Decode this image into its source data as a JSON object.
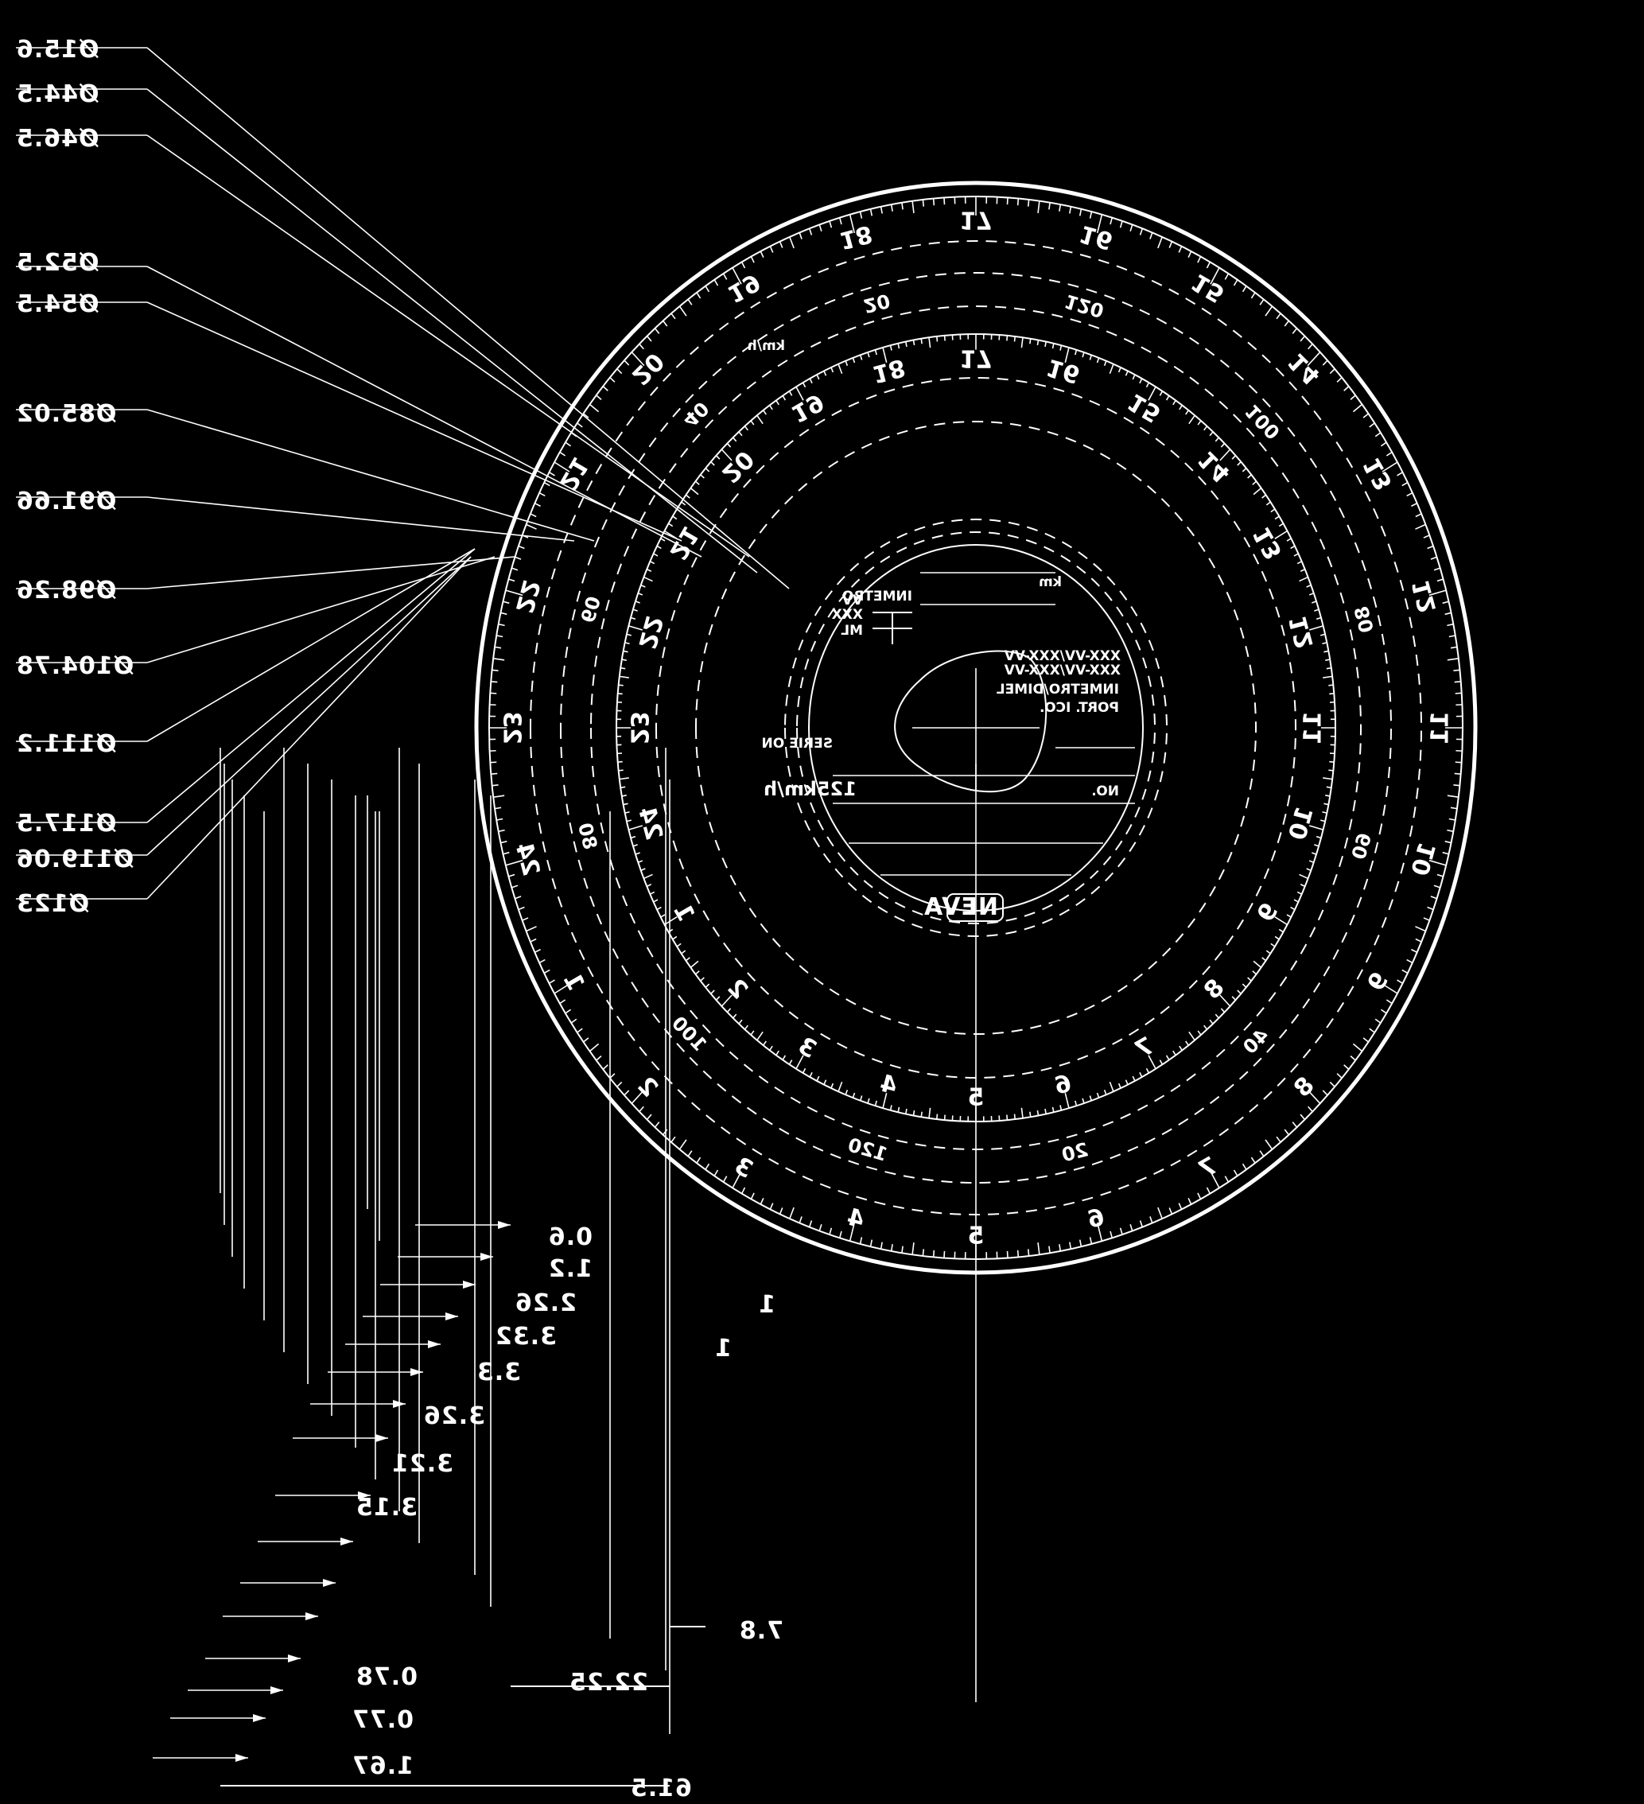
{
  "diameters": [
    "Ø15.6",
    "Ø44.5",
    "Ø46.5",
    "Ø52.5",
    "Ø54.5",
    "Ø85.02",
    "Ø91.66",
    "Ø98.26",
    "Ø104.78",
    "Ø111.2",
    "Ø117.5",
    "Ø119.06",
    "Ø123"
  ],
  "radial_dims": [
    "0.6",
    "1.2",
    "2.26",
    "3.32",
    "3.3",
    "3.26",
    "3.21",
    "3.15",
    "0.78",
    "0.77",
    "1.67",
    "61.5",
    "22.25",
    "7.8",
    "1",
    "1"
  ],
  "outer_hours": [
    "5",
    "6",
    "7",
    "8",
    "9",
    "10",
    "11",
    "12",
    "13",
    "14",
    "15",
    "16",
    "17",
    "18",
    "19",
    "20",
    "21",
    "22",
    "23",
    "24",
    "1",
    "2",
    "3",
    "4"
  ],
  "inner_hours": [
    "5",
    "6",
    "7",
    "8",
    "9",
    "10",
    "11",
    "12",
    "13",
    "14",
    "15",
    "16",
    "17",
    "18",
    "19",
    "20",
    "21",
    "22",
    "23",
    "24",
    "1",
    "2",
    "3",
    "4"
  ],
  "speed_marks": [
    "20",
    "40",
    "60",
    "80",
    "100",
    "120",
    "20",
    "40",
    "60",
    "80",
    "100",
    "120"
  ],
  "center_block": {
    "kmh": "125km/h",
    "logo": "NEVA",
    "inmetro": "INMETRO",
    "inmetro_code": "INMETRO/DIMEL",
    "portaria": "PORT. ICO.",
    "codes": [
      "XXX-VV/XXX-VV",
      "XXX-VV/XXX-VV"
    ],
    "no_label": "NO.",
    "km_label": "km",
    "ml": "ML",
    "xxx": "XXX",
    "vv": "VV",
    "serial": "SERIE ON",
    "km_per_h_small": "km/h"
  }
}
